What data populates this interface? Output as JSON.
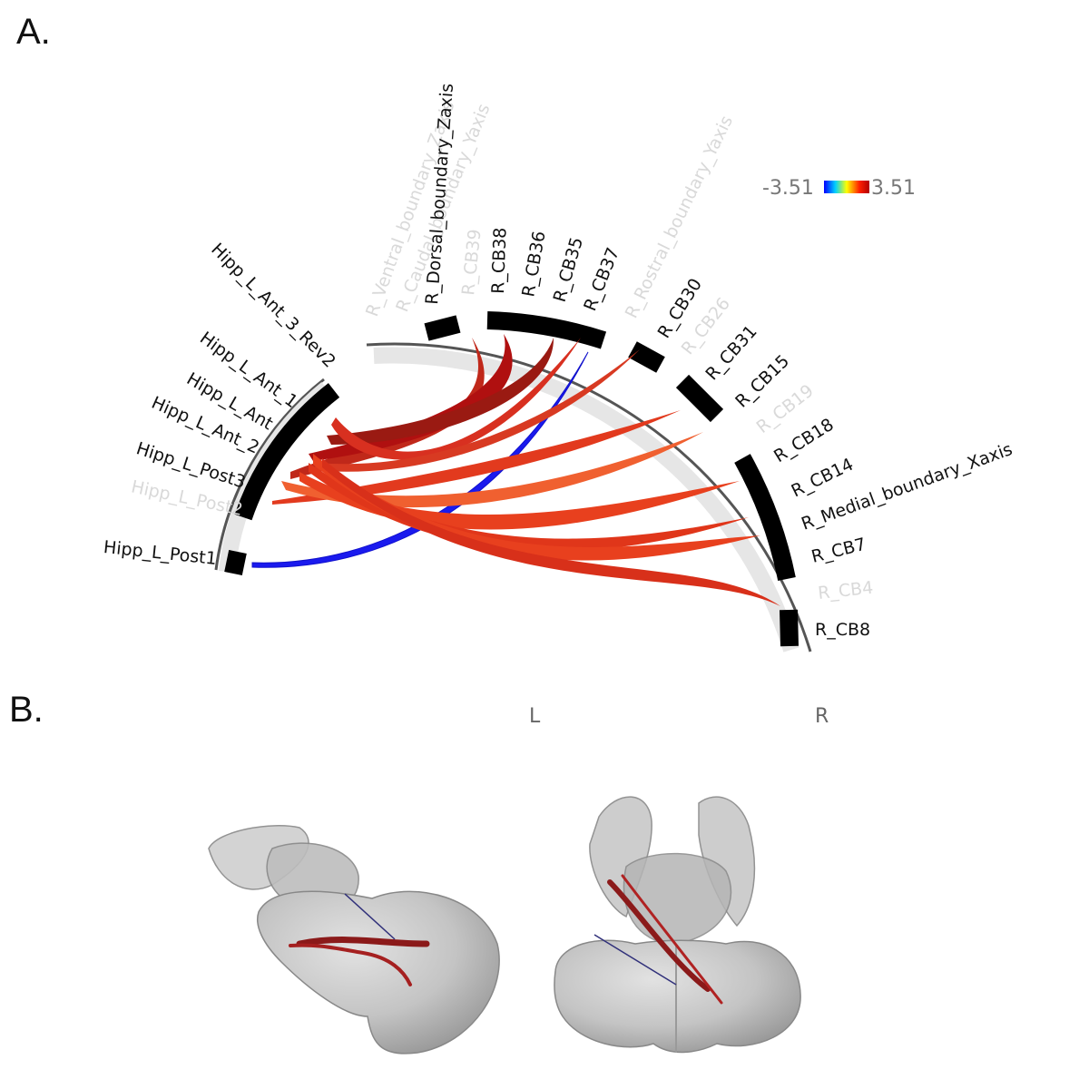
{
  "panels": {
    "a_label": "A.",
    "b_label": "B."
  },
  "colorbar": {
    "min_label": "-3.51",
    "max_label": "3.51",
    "colors": [
      "#0000ff",
      "#00d0ff",
      "#ffff00",
      "#ff2000",
      "#b00000"
    ]
  },
  "orientation": {
    "left": "L",
    "right": "R"
  },
  "left_arc_labels": [
    {
      "text": "Hipp_L_Ant_3_Rev2",
      "active": true
    },
    {
      "text": "Hipp_L_Ant_1",
      "active": true
    },
    {
      "text": "Hipp_L_Ant",
      "active": true
    },
    {
      "text": "Hipp_L_Ant_2",
      "active": true
    },
    {
      "text": "Hipp_L_Post3",
      "active": true
    },
    {
      "text": "Hipp_L_Post2",
      "active": false
    },
    {
      "text": "Hipp_L_Post1",
      "active": true
    }
  ],
  "right_arc_labels": [
    {
      "text": "R_Ventral_boundary_Zaxis",
      "active": false
    },
    {
      "text": "R_Caudal_boundary_Yaxis",
      "active": false
    },
    {
      "text": "R_Dorsal_boundary_Zaxis",
      "active": true
    },
    {
      "text": "R_CB39",
      "active": false
    },
    {
      "text": "R_CB38",
      "active": true
    },
    {
      "text": "R_CB36",
      "active": true
    },
    {
      "text": "R_CB35",
      "active": true
    },
    {
      "text": "R_CB37",
      "active": true
    },
    {
      "text": "R_Rostral_boundary_Yaxis",
      "active": false
    },
    {
      "text": "R_CB30",
      "active": true
    },
    {
      "text": "R_CB26",
      "active": false
    },
    {
      "text": "R_CB31",
      "active": true
    },
    {
      "text": "R_CB15",
      "active": true
    },
    {
      "text": "R_CB19",
      "active": false
    },
    {
      "text": "R_CB18",
      "active": true
    },
    {
      "text": "R_CB14",
      "active": true
    },
    {
      "text": "R_Medial_boundary_Xaxis",
      "active": true
    },
    {
      "text": "R_CB7",
      "active": true
    },
    {
      "text": "R_CB4",
      "active": false
    },
    {
      "text": "R_CB8",
      "active": true
    }
  ]
}
